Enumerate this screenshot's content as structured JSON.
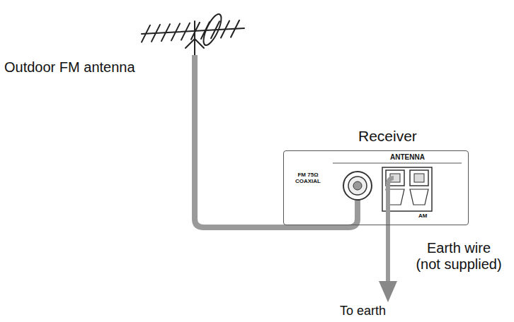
{
  "diagram": {
    "nodes": [
      {
        "text": [
          "Receiver",
          "ANTENNA",
          "FM 75Ω COAXIAL",
          "AM"
        ]
      }
    ],
    "labels": [
      "Outdoor FM antenna",
      "Earth wire (not supplied)",
      "To earth"
    ]
  }
}
